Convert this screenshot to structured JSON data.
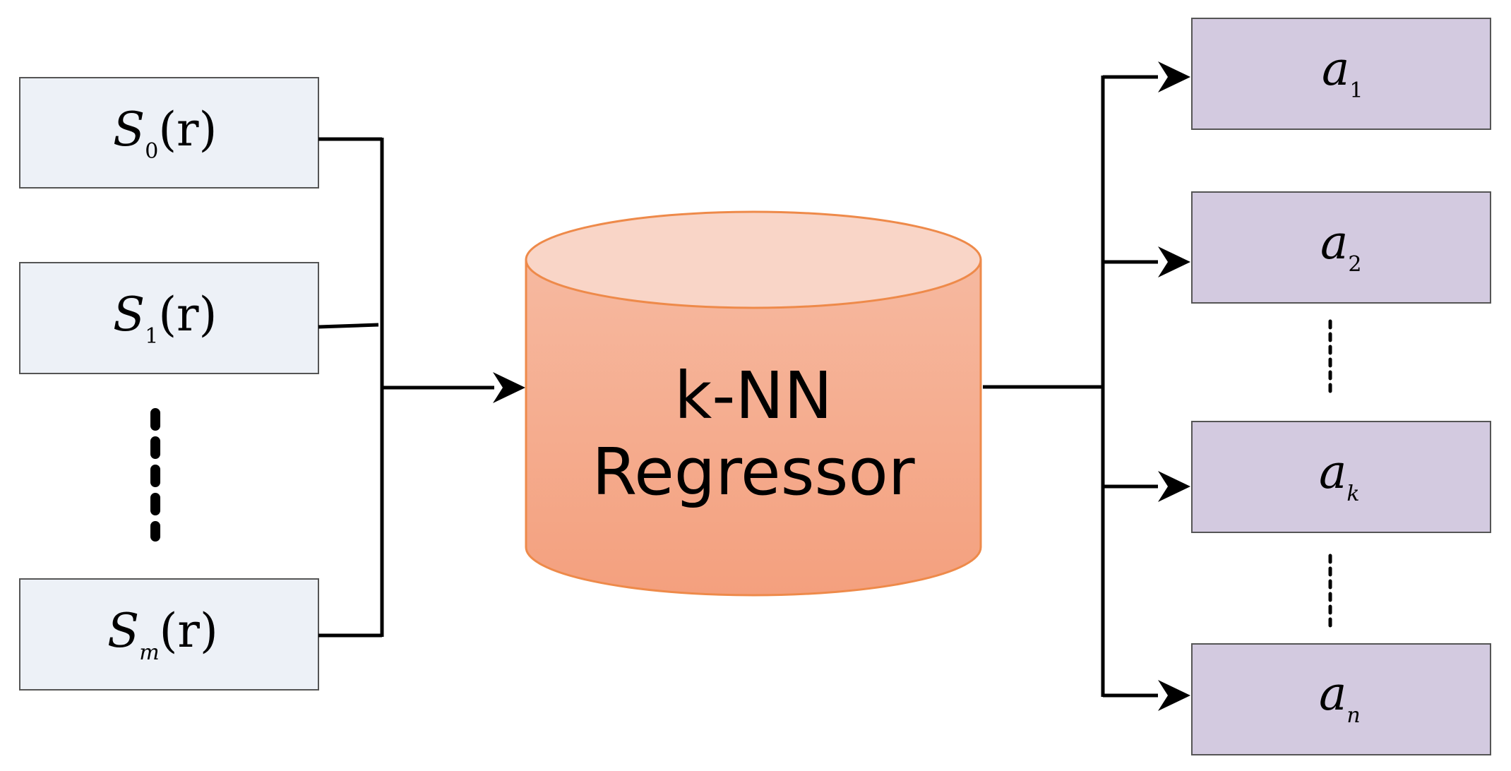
{
  "inputs": [
    {
      "symbol": "S",
      "sub": "0",
      "arg": "(r)"
    },
    {
      "symbol": "S",
      "sub": "1",
      "arg": "(r)"
    },
    {
      "symbol": "S",
      "sub": "m",
      "arg": "(r)"
    }
  ],
  "model": {
    "line1": "k-NN",
    "line2": "Regressor"
  },
  "outputs": [
    {
      "symbol": "a",
      "sub": "1"
    },
    {
      "symbol": "a",
      "sub": "2"
    },
    {
      "symbol": "a",
      "sub": "k"
    },
    {
      "symbol": "a",
      "sub": "n"
    }
  ],
  "colors": {
    "input_fill": "#edf1f7",
    "output_fill": "#d3cae0",
    "cylinder_top": "#f9d5c7",
    "cylinder_body_top": "#f6b9a0",
    "cylinder_body_bottom": "#f4a07e",
    "cylinder_stroke": "#ee8a4a",
    "line": "#000000"
  }
}
